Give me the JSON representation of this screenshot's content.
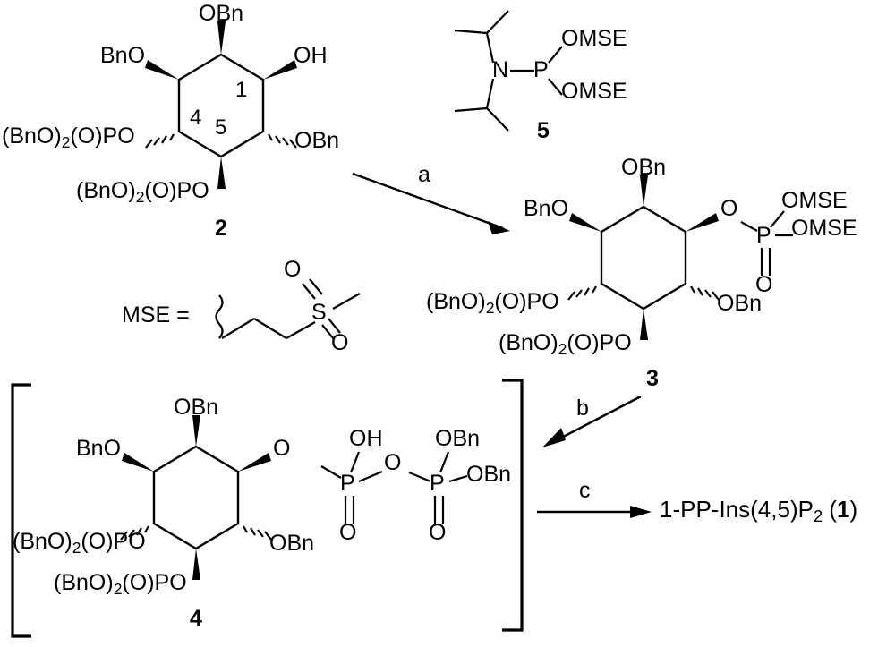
{
  "scheme": {
    "title": "Synthesis of 1-PP-Ins(4,5)P2",
    "reagent_label": "5",
    "compounds": [
      {
        "id": "compound-2",
        "number": "2",
        "ring_positions": [
          "1",
          "4",
          "5"
        ],
        "substituents": {
          "c2_top": "OBn",
          "c3_left": "BnO",
          "c1_right": "OH",
          "c4_left": "(BnO)₂(O)PO",
          "c5_bottom": "(BnO)₂(O)PO",
          "c6_right": "OBn"
        }
      },
      {
        "id": "compound-3",
        "number": "3",
        "substituents": {
          "c2_top": "OBn",
          "c3_left": "BnO",
          "c1_right_o": "O",
          "c4_left": "(BnO)₂(O)PO",
          "c5_bottom": "(BnO)₂(O)PO",
          "c6_right": "OBn"
        },
        "phosphate": {
          "p": "P",
          "double_bond_o": "O",
          "ester_1": "OMSE",
          "ester_2": "OMSE"
        }
      },
      {
        "id": "compound-4",
        "number": "4",
        "bracketed": true,
        "substituents": {
          "c2_top": "OBn",
          "c3_left": "BnO",
          "c1_right_o": "O",
          "c4_left": "(BnO)₂(O)PO",
          "c5_bottom": "(BnO)₂(O)PO",
          "c6_right": "OBn"
        },
        "pyrophosphate": {
          "p_alpha": "P",
          "p_alpha_oh": "OH",
          "p_alpha_o": "O",
          "bridge_o": "O",
          "p_beta": "P",
          "p_beta_obn_top": "OBn",
          "p_beta_obn_right": "OBn",
          "p_beta_o": "O"
        }
      }
    ],
    "reagent5": {
      "n_label": "N",
      "p_label": "P",
      "ester_1": "OMSE",
      "ester_2": "OMSE",
      "number": "5"
    },
    "mse_definition": {
      "label": "MSE =",
      "sulfur": "S",
      "o_top": "O",
      "o_bottom": "O"
    },
    "arrows": [
      {
        "name": "arrow-a",
        "label": "a"
      },
      {
        "name": "arrow-b",
        "label": "b"
      },
      {
        "name": "arrow-c",
        "label": "c"
      }
    ],
    "final_product": {
      "name": "1-PP-Ins(4,5)P",
      "subscript": "2",
      "paren_open": " (",
      "number": "1",
      "paren_close": ")"
    },
    "colors": {
      "ink": "#000000",
      "background": "#ffffff"
    }
  }
}
